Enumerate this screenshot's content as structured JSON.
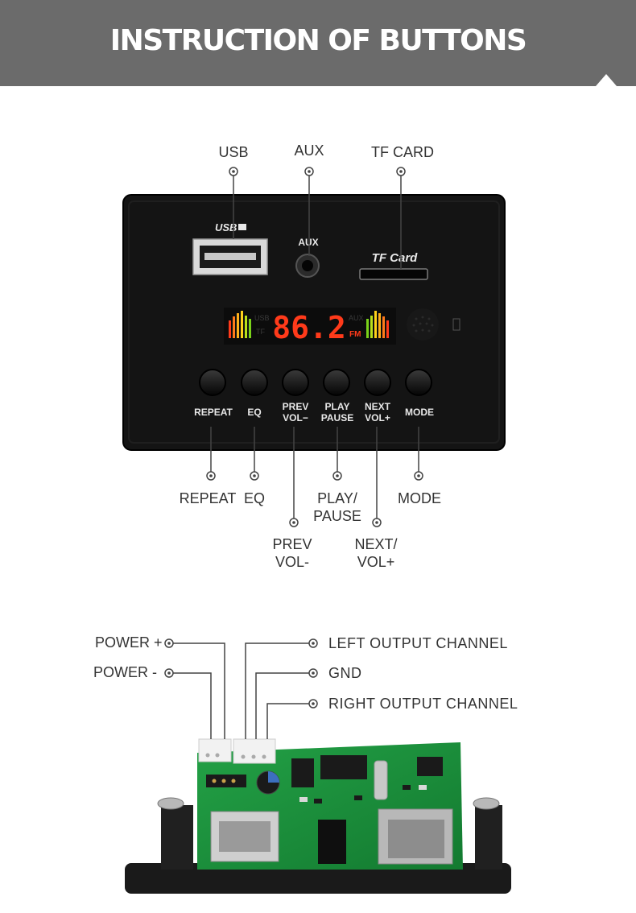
{
  "header": {
    "title": "INSTRUCTION OF BUTTONS"
  },
  "top_labels": {
    "usb": "USB",
    "aux": "AUX",
    "tf_card": "TF CARD"
  },
  "bottom_labels": {
    "repeat": "REPEAT",
    "eq": "EQ",
    "play_pause_1": "PLAY/",
    "play_pause_2": "PAUSE",
    "mode": "MODE",
    "prev_1": "PREV",
    "prev_2": "VOL-",
    "next_1": "NEXT/",
    "next_2": "VOL+"
  },
  "panel_print": {
    "usb": "USB",
    "aux": "AUX",
    "tf_card": "TF Card",
    "display_digits": "86.2",
    "display_fm": "FM",
    "display_usb": "USB",
    "display_tf": "TF",
    "display_aux": "AUX",
    "buttons": [
      "REPEAT",
      "EQ",
      "PREV",
      "VOL−",
      "PLAY",
      "PAUSE",
      "NEXT",
      "VOL+",
      "MODE"
    ]
  },
  "connector_labels": {
    "power_plus": "POWER +",
    "power_minus": "POWER -",
    "left_output": "LEFT OUTPUT CHANNEL",
    "gnd": "GND",
    "right_output": "RIGHT OUTPUT CHANNEL"
  },
  "colors": {
    "header_bg": "#6b6b6b",
    "panel": "#141414",
    "display_digits": "#ff3a1a",
    "pcb": "#1f8a3a",
    "line": "#444444"
  }
}
